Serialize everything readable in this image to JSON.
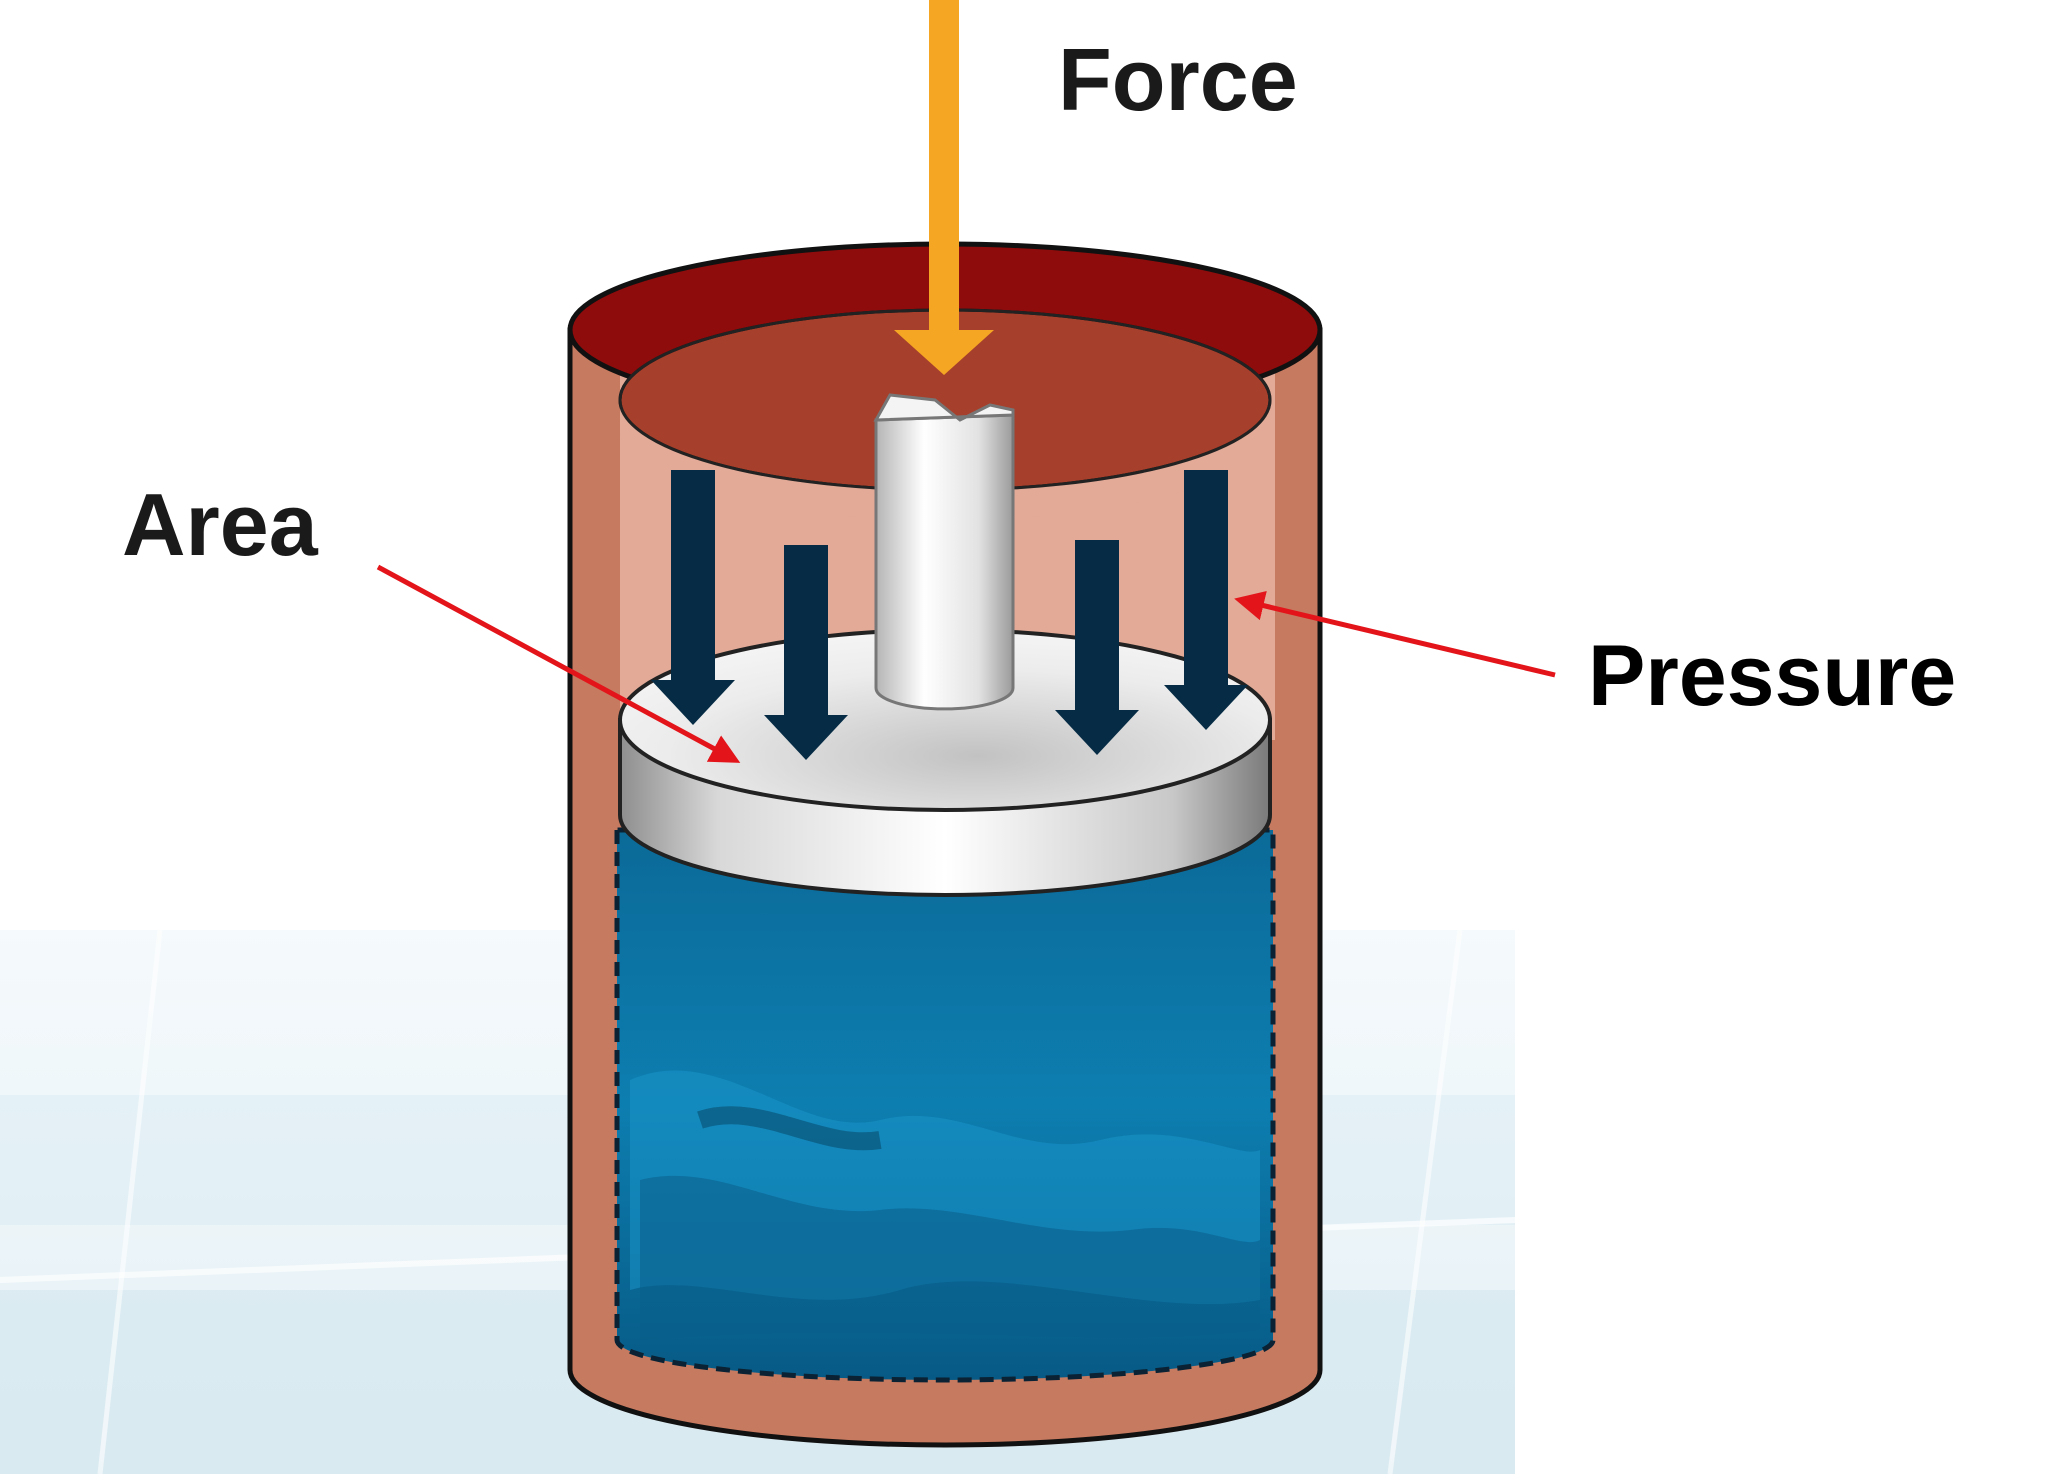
{
  "labels": {
    "force": "Force",
    "area": "Area",
    "pressure": "Pressure"
  },
  "colors": {
    "force_arrow": "#F5A623",
    "pressure_arrows": "#062C45",
    "pointer_lines": "#E3151A",
    "cylinder_wall": "#C67A60",
    "cylinder_rim": "#8E0C0C",
    "fluid": "#0A6E9E",
    "piston": "#E4E4E4"
  },
  "icons": {
    "force": "down-arrow",
    "pressure": "down-arrow"
  }
}
